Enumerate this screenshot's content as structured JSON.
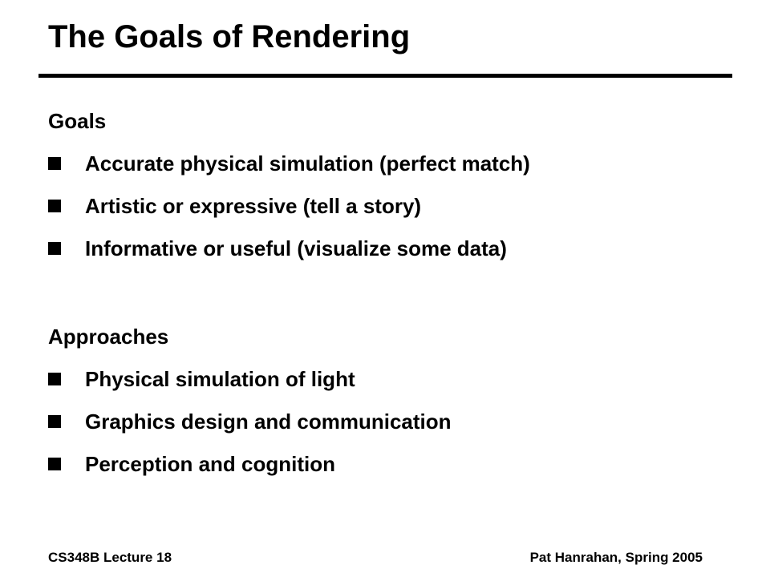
{
  "slide": {
    "title": "The Goals of Rendering"
  },
  "goals": {
    "heading": "Goals",
    "items": [
      "Accurate physical simulation (perfect match)",
      "Artistic or expressive (tell a story)",
      "Informative or useful (visualize some data)"
    ]
  },
  "approaches": {
    "heading": "Approaches",
    "items": [
      "Physical simulation of light",
      "Graphics design and communication",
      "Perception and cognition"
    ]
  },
  "footer": {
    "left": "CS348B Lecture 18",
    "right": "Pat Hanrahan, Spring 2005"
  }
}
